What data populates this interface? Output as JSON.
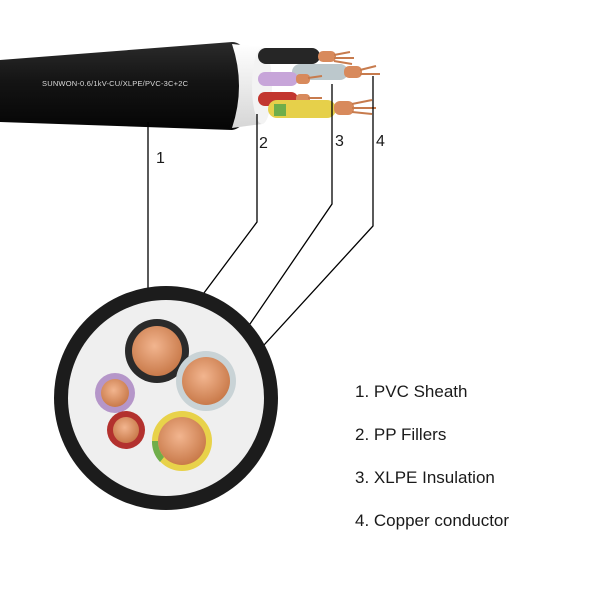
{
  "cable": {
    "marking": "SUNWON-0.6/1kV-CU/XLPE/PVC-3C+2C"
  },
  "callouts": [
    "1",
    "2",
    "3",
    "4"
  ],
  "legend": [
    "1. PVC Sheath",
    "2. PP Fillers",
    "3. XLPE Insulation",
    "4. Copper conductor"
  ],
  "colors": {
    "sheath": "#1b1b1b",
    "filler": "#eeeeee",
    "copper": "#d98c60",
    "core_black": "#2a2a2a",
    "core_grey": "#c9d3d6",
    "core_yellow_green": "#e8d24a",
    "core_purple": "#b596c9",
    "core_red": "#b3312e"
  }
}
